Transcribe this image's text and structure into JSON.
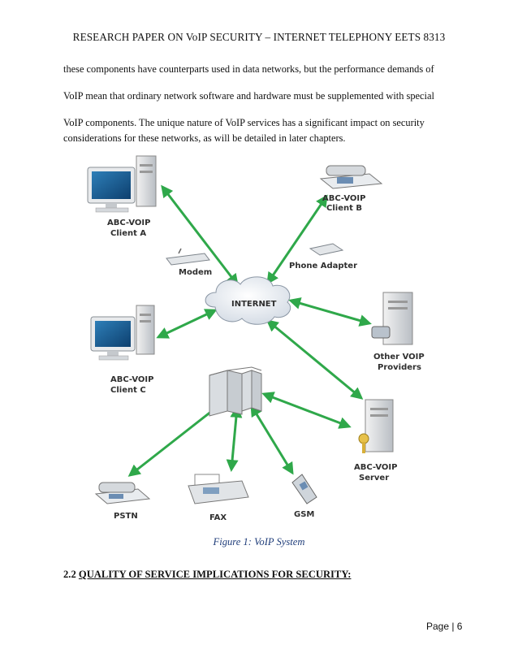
{
  "header": {
    "running_title": "RESEARCH PAPER ON VoIP SECURITY – INTERNET TELEPHONY EETS 8313"
  },
  "body": {
    "lines": [
      "these components have counterparts used in data networks, but the performance demands of",
      "VoIP mean that ordinary network software and hardware must be supplemented with special",
      "VoIP components. The unique nature of VoIP services has a significant impact on security",
      "considerations for these networks, as will be detailed in later chapters."
    ]
  },
  "figure": {
    "labels": {
      "client_a": [
        "ABC-VOIP",
        "Client A"
      ],
      "client_b": [
        "ABC-VOIP",
        "Client B"
      ],
      "client_c": [
        "ABC-VOIP",
        "Client C"
      ],
      "modem": "Modem",
      "phone_adapter": "Phone Adapter",
      "internet": "INTERNET",
      "other_providers": [
        "Other VOIP",
        "Providers"
      ],
      "server": [
        "ABC-VOIP",
        "Server"
      ],
      "pstn": "PSTN",
      "fax": "FAX",
      "gsm": "GSM"
    },
    "link_color": "#2fa84a",
    "caption": "Figure 1: VoIP System"
  },
  "section": {
    "number": "2.2",
    "title": "QUALITY OF SERVICE IMPLICATIONS FOR SECURITY:"
  },
  "footer": {
    "page_label": "Page | 6"
  }
}
